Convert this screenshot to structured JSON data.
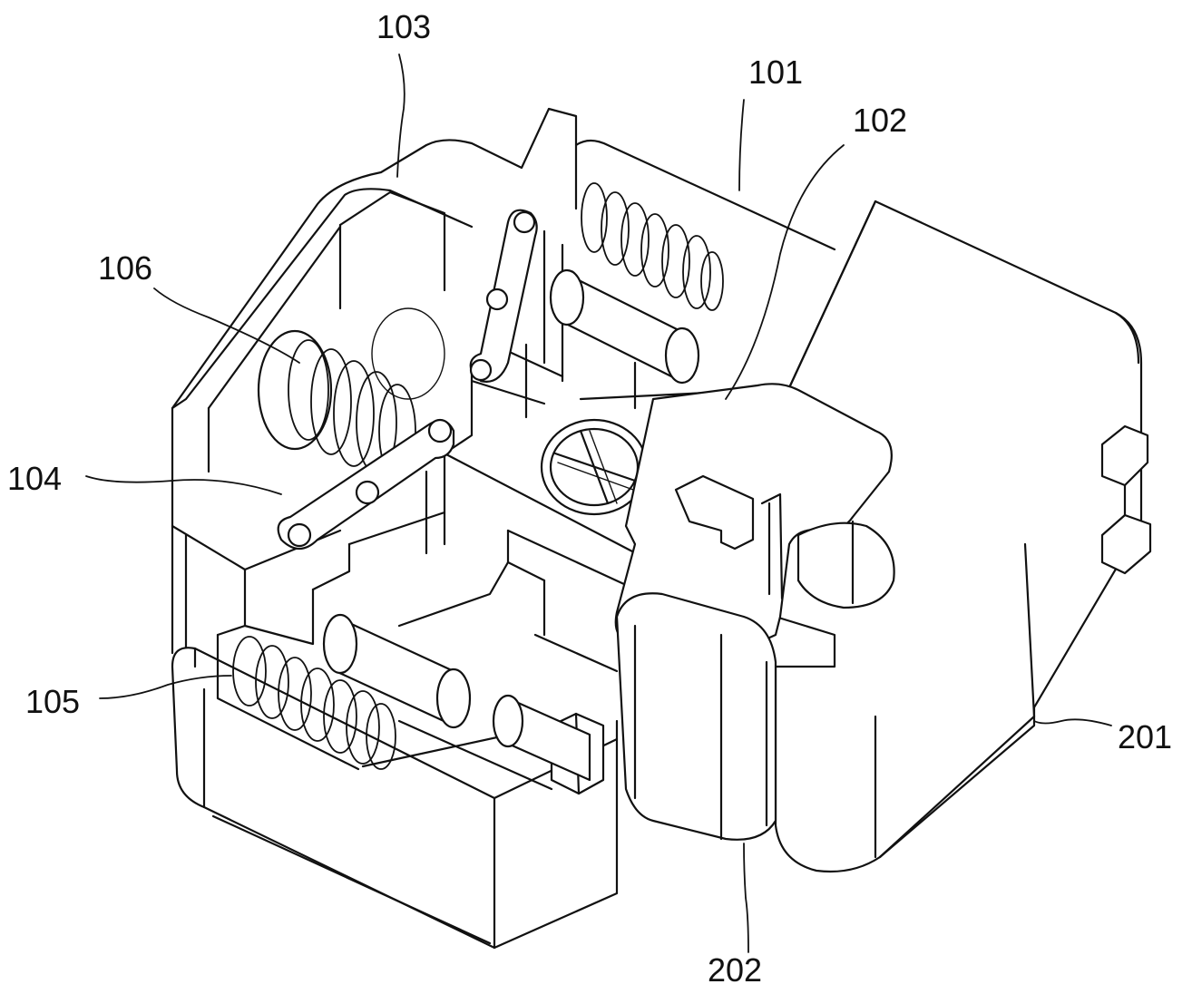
{
  "labels": {
    "l101": "101",
    "l102": "102",
    "l103": "103",
    "l104": "104",
    "l105": "105",
    "l106": "106",
    "l201": "201",
    "l202": "202"
  },
  "colors": {
    "line": "#111111",
    "background": "#ffffff"
  }
}
